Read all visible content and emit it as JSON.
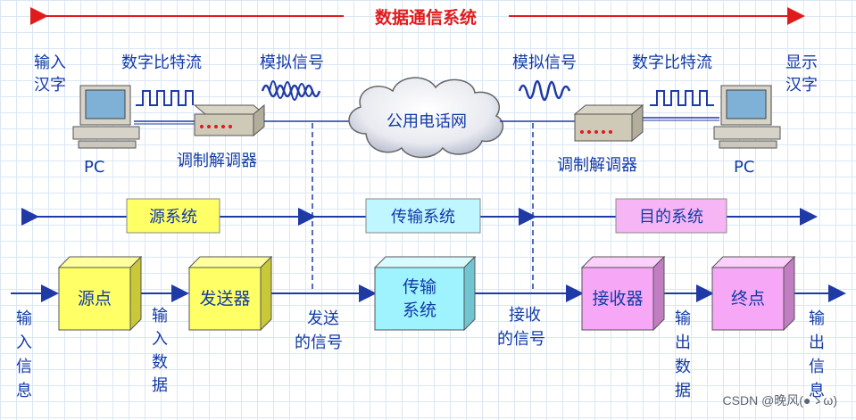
{
  "title": "数据通信系统",
  "top": {
    "left_pc_input": [
      "输入",
      "汉字"
    ],
    "left_bitstream": "数字比特流",
    "left_analog": "模拟信号",
    "left_pc": "PC",
    "left_modem": "调制解调器",
    "network": "公用电话网",
    "right_analog": "模拟信号",
    "right_bitstream": "数字比特流",
    "right_pc_output": [
      "显示",
      "汉字"
    ],
    "right_modem": "调制解调器",
    "right_pc": "PC"
  },
  "systems": {
    "source": "源系统",
    "transmission": "传输系统",
    "destination": "目的系统"
  },
  "blocks": {
    "source_point": "源点",
    "transmitter": "发送器",
    "transmission_system": [
      "传输",
      "系统"
    ],
    "receiver": "接收器",
    "destination_point": "终点"
  },
  "flow_labels": {
    "input_info": [
      "输",
      "入",
      "信",
      "息"
    ],
    "input_data": [
      "输",
      "入",
      "数",
      "据"
    ],
    "sent_signal": [
      "发送",
      "的信号"
    ],
    "received_signal": [
      "接收",
      "的信号"
    ],
    "output_data": [
      "输",
      "出",
      "数",
      "据"
    ],
    "output_info": [
      "输",
      "出",
      "信",
      "息"
    ]
  },
  "watermark": "CSDN @晚风(●ゝω)",
  "colors": {
    "accent_red": "#e01b1b",
    "line_blue": "#1f3aa6",
    "yellow": "#ffff66",
    "cyan": "#9ff3ff",
    "pink": "#f6a8f6"
  }
}
